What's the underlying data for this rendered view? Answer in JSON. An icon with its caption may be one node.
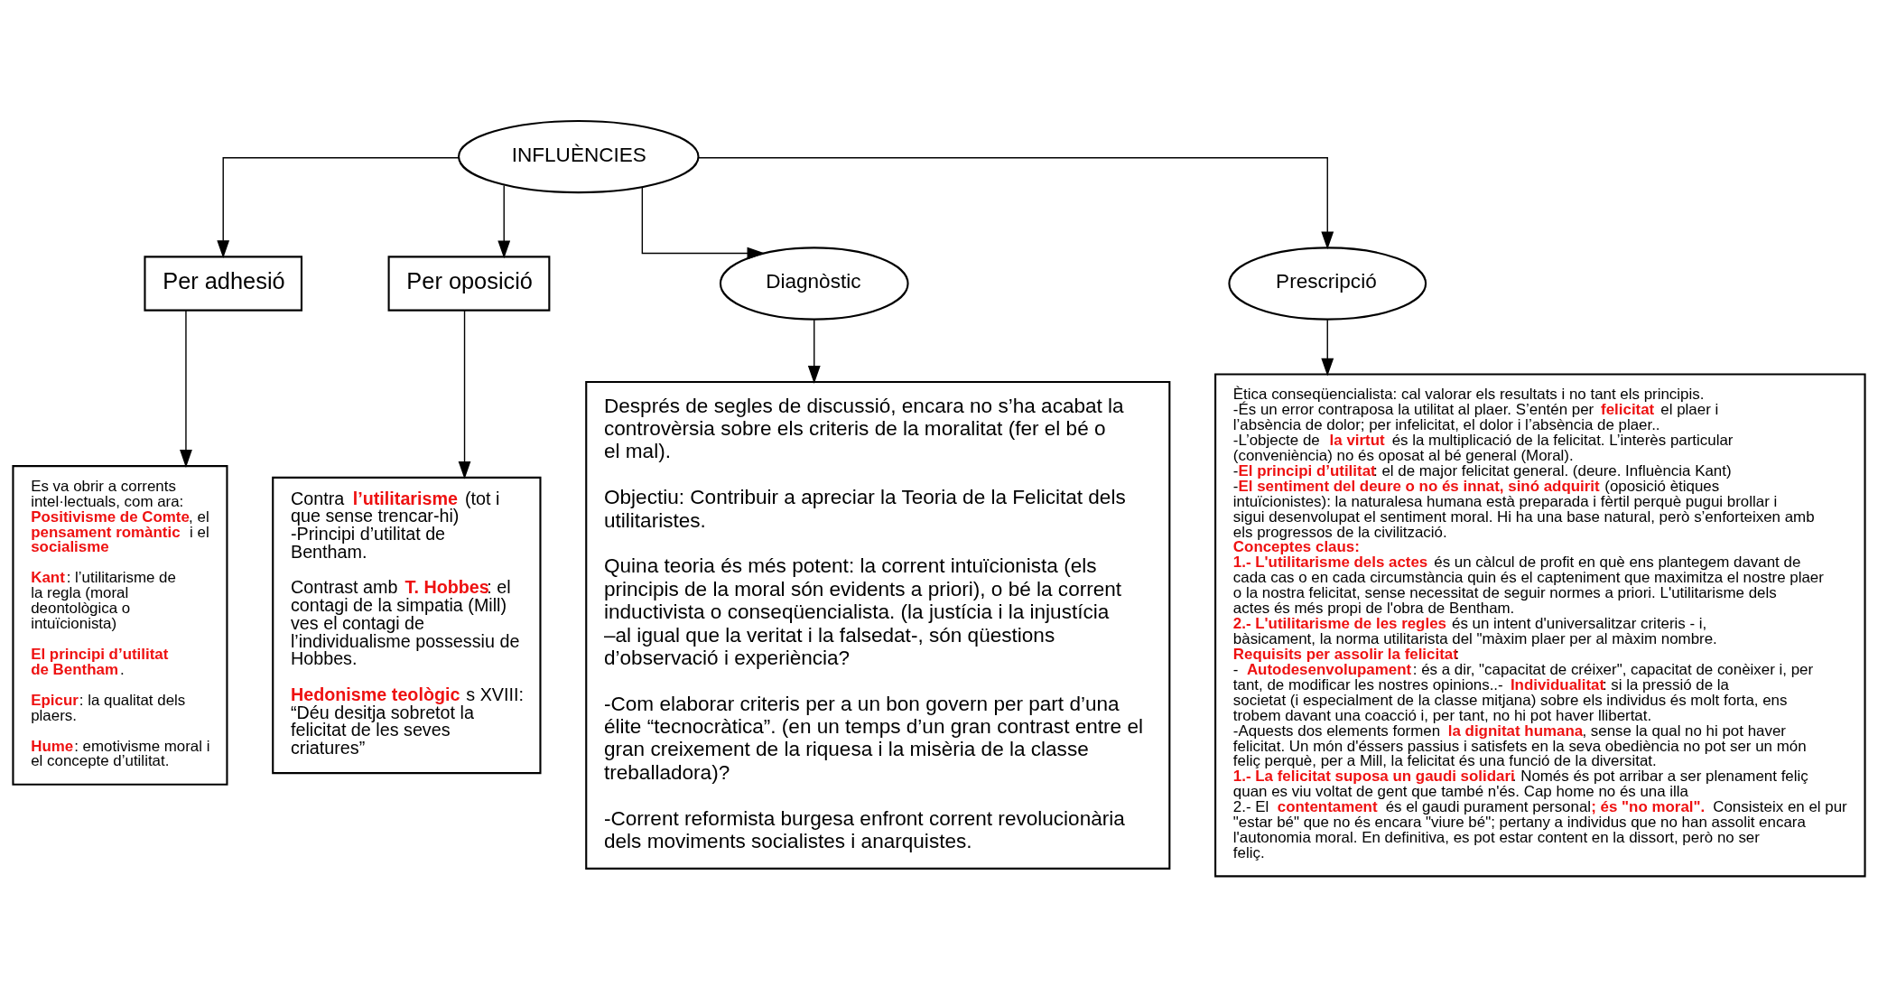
{
  "diagram": {
    "nodes": [
      {
        "text": [
          "INFLUÈNCIES"
        ]
      },
      {
        "text": [
          "Diagnòstic"
        ]
      },
      {
        "text": [
          "Prescripció"
        ]
      },
      {
        "text": [
          "Per adhesió"
        ]
      },
      {
        "text": [
          "Per oposició"
        ]
      },
      {
        "text": [
          "Es va obrir a corrents intel·lectuals, com ara: **Positivisme de Comte**, el **pensament romàntic** i el **socialisme**",
          "**Kant**: l’utilitarisme de la regla (moral deontològica o intuïcionista)",
          "**El principi d’utilitat de Bentham**.",
          "**Epicur**: la qualitat dels plaers.",
          "**Hume**: emotivisme moral i el concepte d’utilitat."
        ]
      },
      {
        "text": [
          "Contra **l’utilitarisme** (tot i que sense trencar-hi) -Principi d’utilitat de Bentham.",
          "Contrast amb **T. Hobbes**: el contagi de la simpatia (Mill) ves el contagi de l’individualisme possessiu de Hobbes.",
          "**Hedonisme teològic** s XVIII: “Déu desitja sobretot la felicitat de les seves criatures”"
        ]
      },
      {
        "text": [
          "Després de segles de discussió, encara no s’ha acabat la controvèrsia sobre els criteris de la moralitat (fer el bé o el mal).",
          "Objectiu: Contribuir a apreciar la Teoria de la Felicitat dels utilitaristes.",
          "Quina teoria és més potent: la corrent intuïcionista (els principis de la moral són evidents a priori), o bé la corrent inductivista o conseqüencialista. (la justícia i la injustícia –al igual que la veritat i la falsedat-, són qüestions d’observació i experiència?",
          "-Com elaborar criteris per a un bon govern per part d’una élite “tecnocràtica”. (en un temps d’un gran contrast entre el gran creixement de la riquesa i la misèria de la classe treballadora)?",
          "-Corrent reformista burgesa enfront corrent revolucionària dels moviments socialistes i anarquistes."
        ]
      },
      {
        "text": [
          "Ètica conseqüencialista: cal valorar els resultats i no tant els principis.",
          "-És un error contraposa la utilitat al plaer. S’entén per **felicitat** el plaer i l’absència de dolor; per infelicitat, el dolor i l’absència de plaer..",
          "-L’objecte de **la virtut** és la multiplicació de la felicitat. L’interès particular (conveniència) no és oposat al bé general (Moral).",
          "-**El principi d’utilitat**: el de major felicitat general. (deure. Influència Kant)",
          "-**El sentiment del deure o no és innat, sinó adquirit** (oposició ètiques intuïcionistes): la naturalesa humana està preparada i fèrtil perquè pugui brollar i sigui desenvolupat el sentiment moral. Hi ha una base natural, però s’enforteixen amb els progressos de la civilització.",
          "**Conceptes claus:**",
          "**1.- L'utilitarisme dels actes** és un càlcul de profit en què ens plantegem davant de cada cas o en cada circumstància quin és el capteniment que maximitza el nostre plaer o la nostra felicitat, sense necessitat de seguir normes a priori. L'utilitarisme dels actes és més propi de l'obra de Bentham.",
          "**2.- L'utilitarisme de les regles** és un intent d'universalitzar criteris - i, bàsicament, la norma utilitarista del \"màxim plaer per al màxim nombre.",
          "**Requisits per assolir la felicitat**:",
          "- **Autodesenvolupament**: és a dir, \"capacitat de créixer\", capacitat de conèixer i, per tant, de modificar les nostres opinions..- **Individualitat**: si la pressió de la societat (i especialment de la classe mitjana) sobre els individus és molt forta, ens trobem davant una coacció i, per tant, no hi pot haver llibertat.",
          "-Aquests dos elements formen **la dignitat humana**, sense la qual no hi pot haver felicitat. Un món d'éssers passius i satisfets en la seva obediència no pot ser un món feliç perquè, per a Mill, la felicitat és una funció de la diversitat.",
          "**1.- La felicitat suposa un gaudi solidari**. Només és pot arribar a ser plenament feliç quan es viu voltat de gent que també n'és. Cap home no és una illa",
          "2.- El **contentament** és el gaudi purament personal**; és \"no moral\".** Consisteix en el pur \"estar bé\" que no és encara \"viure bé\"; pertany a individus que no han assolit encara l'autonomia moral. En definitiva, es pot estar content en la dissort, però no ser feliç."
        ]
      }
    ],
    "edges": [
      {
        "from": 0,
        "to": 3,
        "arrow": "to"
      },
      {
        "from": 0,
        "to": 4,
        "arrow": "to"
      },
      {
        "from": 0,
        "to": 1,
        "arrow": "to"
      },
      {
        "from": 0,
        "to": 2,
        "arrow": "to"
      },
      {
        "from": 3,
        "to": 5,
        "arrow": "to"
      },
      {
        "from": 4,
        "to": 6,
        "arrow": "to"
      },
      {
        "from": 1,
        "to": 7,
        "arrow": "to"
      },
      {
        "from": 2,
        "to": 8,
        "arrow": "to"
      }
    ]
  }
}
